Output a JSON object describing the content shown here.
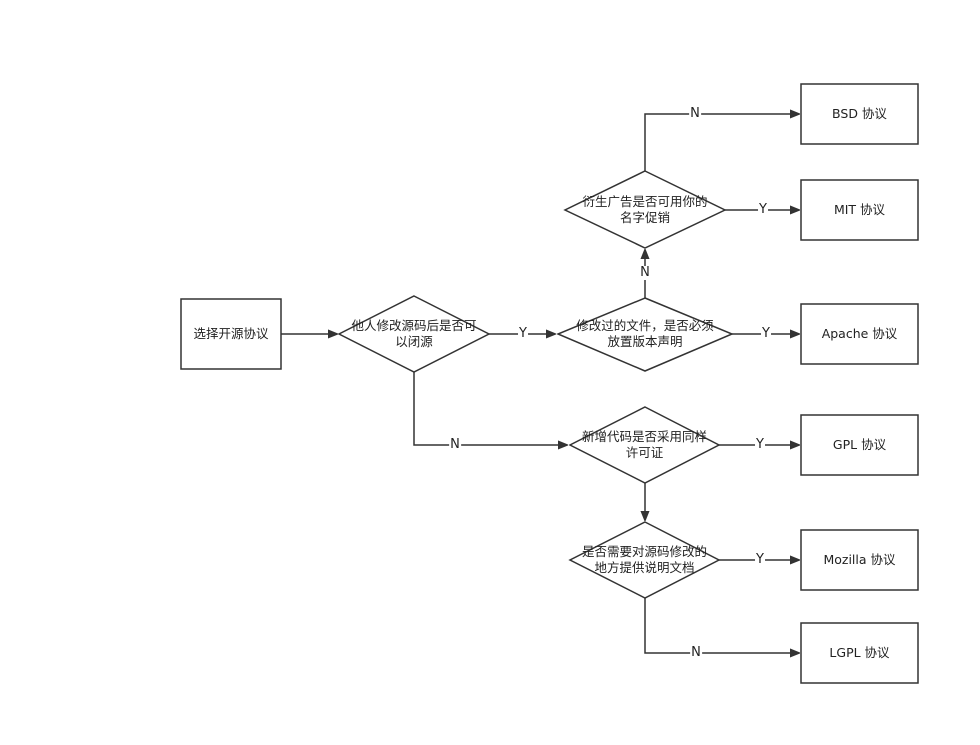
{
  "nodes": {
    "start": "选择开源协议",
    "q_closed_source": "他人修改源码后是否可\n以闭源",
    "q_version_notice": "修改过的文件，是否必须\n放置版本声明",
    "q_use_name": "衍生广告是否可用你的\n名字促销",
    "q_same_license": "新增代码是否采用同样\n许可证",
    "q_doc_changes": "是否需要对源码修改的\n地方提供说明文档",
    "bsd": "BSD 协议",
    "mit": "MIT 协议",
    "apache": "Apache 协议",
    "gpl": "GPL 协议",
    "mozilla": "Mozilla 协议",
    "lgpl": "LGPL 协议"
  },
  "edge_labels": {
    "closed_yes": "Y",
    "closed_no": "N",
    "notice_yes": "Y",
    "notice_no": "N",
    "name_yes": "Y",
    "name_no": "N",
    "same_yes": "Y",
    "doc_yes": "Y",
    "doc_no": "N"
  },
  "colors": {
    "stroke": "#333333",
    "background": "#ffffff",
    "text": "#222222"
  }
}
